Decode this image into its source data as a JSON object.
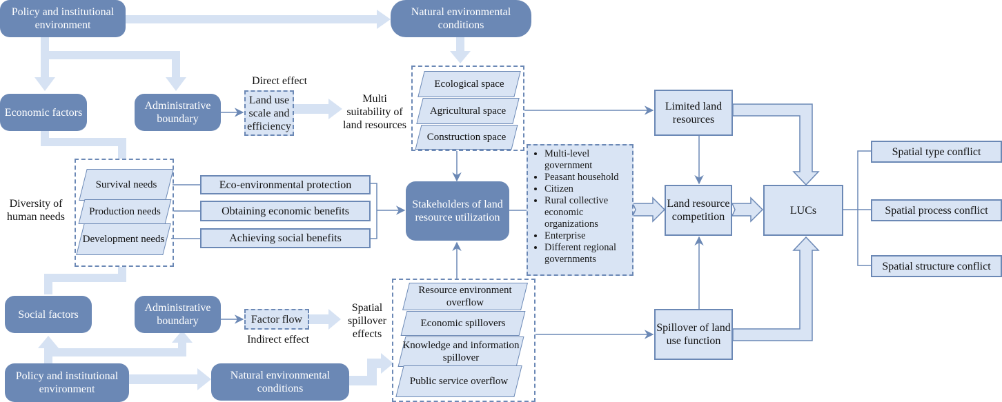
{
  "title": "Framework of land use conflicts (LUCs) formation mechanism",
  "top_drivers": {
    "policy": "Policy and institutional environment",
    "natural": "Natural environmental conditions",
    "economic": "Economic factors",
    "admin": "Administrative boundary"
  },
  "direct_effect": {
    "caption": "Direct effect",
    "box": "Land use scale and efficiency",
    "result": "Multi suitability of land resources"
  },
  "spaces": [
    "Ecological space",
    "Agricultural space",
    "Construction space"
  ],
  "human_needs": {
    "label": "Diversity of human needs",
    "needs": [
      "Survival needs",
      "Production needs",
      "Development needs"
    ],
    "goals": [
      "Eco-environmental protection",
      "Obtaining economic benefits",
      "Achieving social benefits"
    ]
  },
  "stakeholders": {
    "box": "Stakeholders of land resource utilization",
    "list": [
      "Multi-level government",
      "Peasant household",
      "Citizen",
      "Rural collective economic organizations",
      "Enterprise",
      "Different regional governments"
    ]
  },
  "bottom_drivers": {
    "social": "Social factors",
    "admin": "Administrative boundary",
    "policy": "Policy and institutional environment",
    "natural": "Natural environmental conditions"
  },
  "indirect_effect": {
    "box": "Factor flow",
    "caption": "Indirect effect",
    "result": "Spatial spillover effects"
  },
  "spillovers": [
    "Resource environment overflow",
    "Economic spillovers",
    "Knowledge and information spillover",
    "Public service overflow"
  ],
  "right": {
    "limited": "Limited land resources",
    "competition": "Land resource competition",
    "spillover_function": "Spillover of land use function",
    "lucs": "LUCs",
    "conflicts": [
      "Spatial type conflict",
      "Spatial process conflict",
      "Spatial structure conflict"
    ]
  },
  "colors": {
    "dark_box": "#6b88b5",
    "light_fill": "#d9e4f4",
    "flow_arrow": "#d6e2f3",
    "stroke": "#6b88b5"
  }
}
